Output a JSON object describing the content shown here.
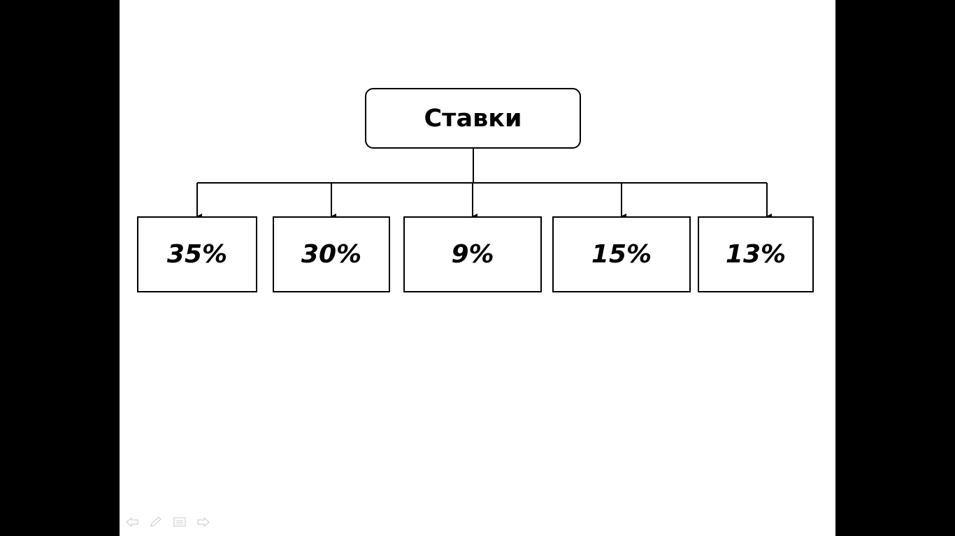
{
  "diagram": {
    "root": {
      "label": "Ставки"
    },
    "children": [
      {
        "label": "35%"
      },
      {
        "label": "30%"
      },
      {
        "label": "9%"
      },
      {
        "label": "15%"
      },
      {
        "label": "13%"
      }
    ]
  },
  "colors": {
    "background": "#000000",
    "slide": "#ffffff",
    "stroke": "#000000",
    "nav_icons": "#808080"
  },
  "navigation": {
    "icons": [
      "arrow-left-icon",
      "pen-icon",
      "menu-icon",
      "arrow-right-icon"
    ]
  }
}
